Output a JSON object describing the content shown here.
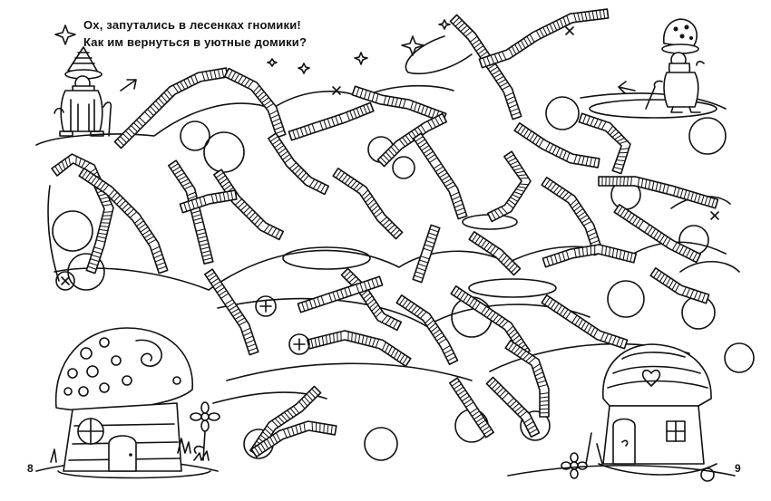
{
  "caption": {
    "line1": "Ох, запутались в лесенках гномики!",
    "line2": "Как им вернуться в уютные домики?"
  },
  "pages": {
    "left": "8",
    "right": "9"
  },
  "icons": [
    "gnome-left",
    "gnome-right-with-cane",
    "mushroom-house",
    "cottage-house",
    "stairs-maze",
    "star",
    "arrow",
    "cross-mark",
    "plus-mark",
    "flower"
  ]
}
